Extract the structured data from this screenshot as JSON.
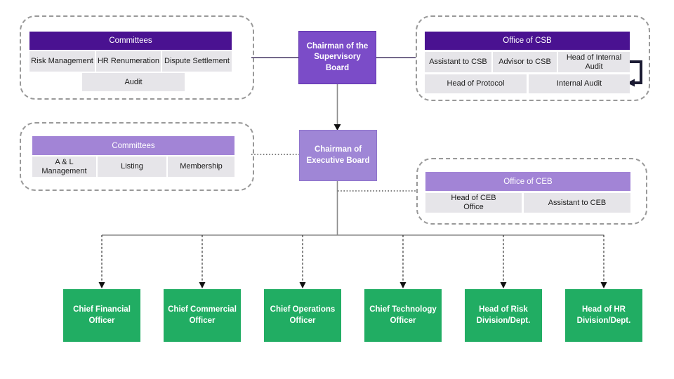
{
  "palette": {
    "dark_purple": "#4A1291",
    "mid_purple": "#7B4CC8",
    "mid_purple_border": "#6236AE",
    "light_purple": "#A284D6",
    "light_purple_box": "#9F86D6",
    "light_purple_border": "#8F74CC",
    "green": "#21AD63",
    "cell_gray": "#E6E5E9",
    "cell_text": "#1A1A1A",
    "dashed_border": "#999999",
    "line_gray": "#8A8A8A",
    "line_dark": "#463764",
    "arrow_black": "#111111",
    "thick_arrow": "#1B1B33"
  },
  "supervisory_chairman": {
    "label": "Chairman of the Supervisory Board"
  },
  "executive_chairman": {
    "label": "Chairman of Executive Board"
  },
  "supervisory_committees": {
    "title": "Committees",
    "items": [
      "Risk Management",
      "HR Renumeration",
      "Dispute Settlement",
      "Audit"
    ]
  },
  "office_of_csb": {
    "title": "Office of CSB",
    "row1": [
      "Assistant to CSB",
      "Advisor to CSB",
      "Head of Internal Audit"
    ],
    "row2": [
      "Head of Protocol",
      "Internal Audit"
    ]
  },
  "executive_committees": {
    "title": "Committees",
    "items": [
      "A & L Management",
      "Listing",
      "Membership"
    ]
  },
  "office_of_ceb": {
    "title": "Office of CEB",
    "items": [
      "Head of CEB Office",
      "Assistant to CEB"
    ]
  },
  "executives": [
    "Chief Financial Officer",
    "Chief Commercial Officer",
    "Chief Operations Officer",
    "Chief Technology Officer",
    "Head of Risk Division/Dept.",
    "Head of HR Division/Dept."
  ]
}
